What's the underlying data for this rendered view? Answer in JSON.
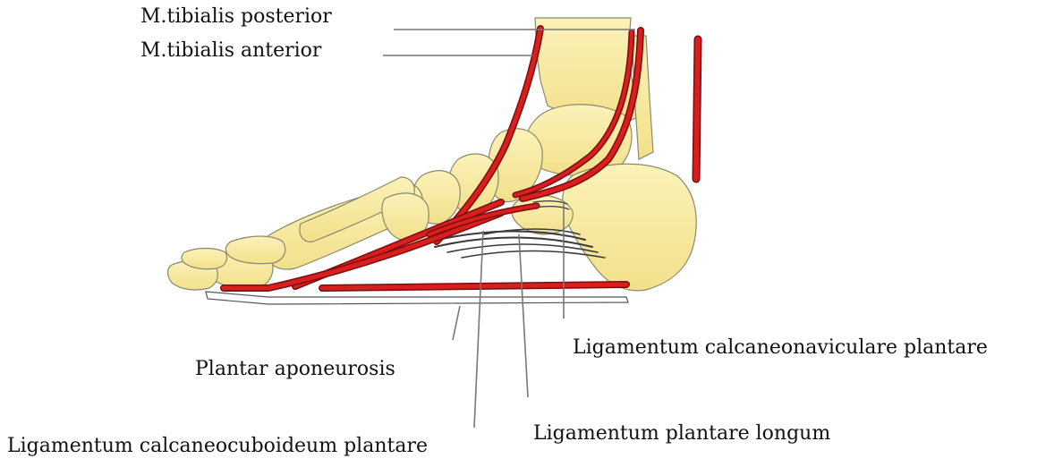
{
  "labels": {
    "tibialis_posterior": "M.tibialis posterior",
    "tibialis_anterior": "M.tibialis anterior",
    "plantar_aponeurosis": "Plantar aponeurosis",
    "lig_calcaneonaviculare": "Ligamentum calcaneonaviculare plantare",
    "lig_plantare_longum": "Ligamentum plantare longum",
    "lig_calcaneocuboideum": "Ligamentum calcaneocuboideum plantare"
  },
  "colors": {
    "bone_fill": "#f6eaa0",
    "bone_stroke": "#8a8a6a",
    "tendon_red": "#d91e1e",
    "tendon_dark": "#7a0e0e",
    "ligament_gray": "#3a3a3a",
    "leader_line": "#777777",
    "background": "#ffffff"
  }
}
